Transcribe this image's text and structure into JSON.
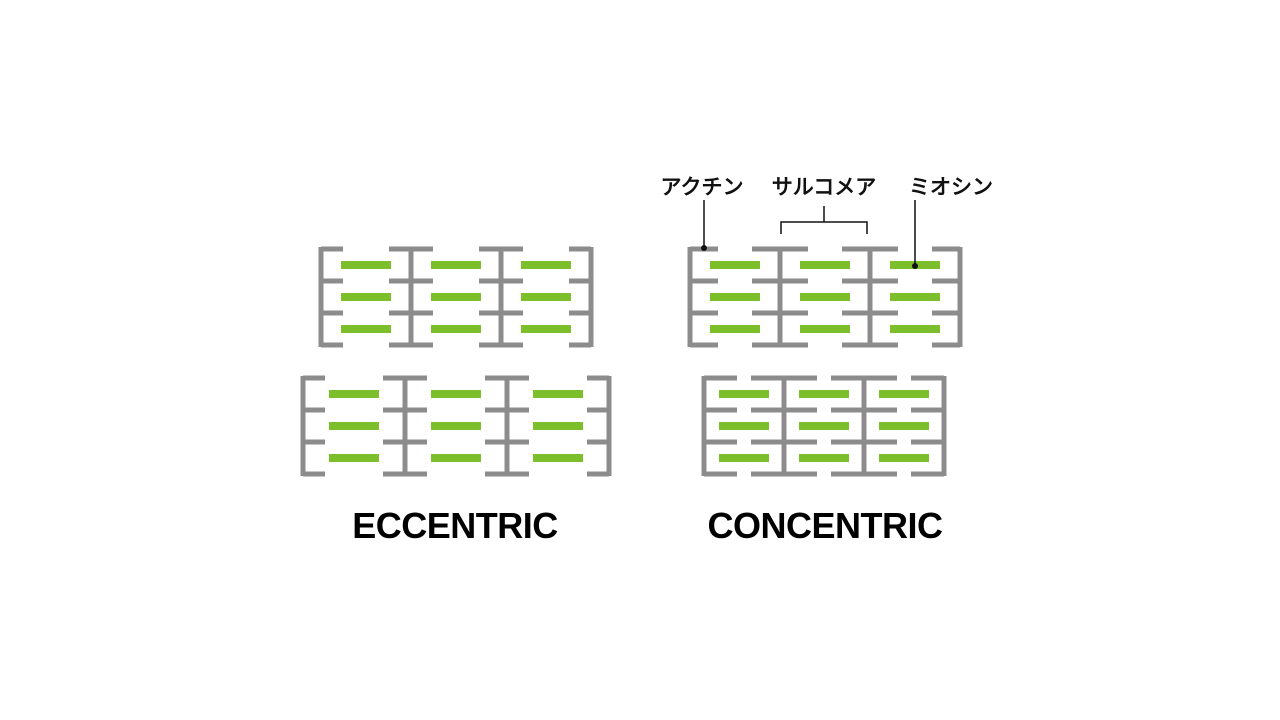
{
  "colors": {
    "z_line": "#8c8c8c",
    "myosin": "#7cbf2a",
    "pointer": "#111111",
    "text": "#000000",
    "background": "#ffffff"
  },
  "labels": {
    "actin": "アクチン",
    "sarcomere": "サルコメア",
    "myosin": "ミオシン"
  },
  "captions": {
    "eccentric": "ECCENTRIC",
    "concentric": "CONCENTRIC"
  },
  "panels": [
    {
      "id": "eccentric-top",
      "group": "eccentric",
      "state": "stretched",
      "sarcomere_count": 3,
      "myofibril_rows": 3
    },
    {
      "id": "eccentric-bottom",
      "group": "eccentric",
      "state": "stretched",
      "sarcomere_count": 3,
      "myofibril_rows": 3
    },
    {
      "id": "concentric-top",
      "group": "concentric",
      "state": "relaxed",
      "sarcomere_count": 3,
      "myofibril_rows": 3
    },
    {
      "id": "concentric-bottom",
      "group": "concentric",
      "state": "contracted",
      "sarcomere_count": 3,
      "myofibril_rows": 3
    }
  ]
}
